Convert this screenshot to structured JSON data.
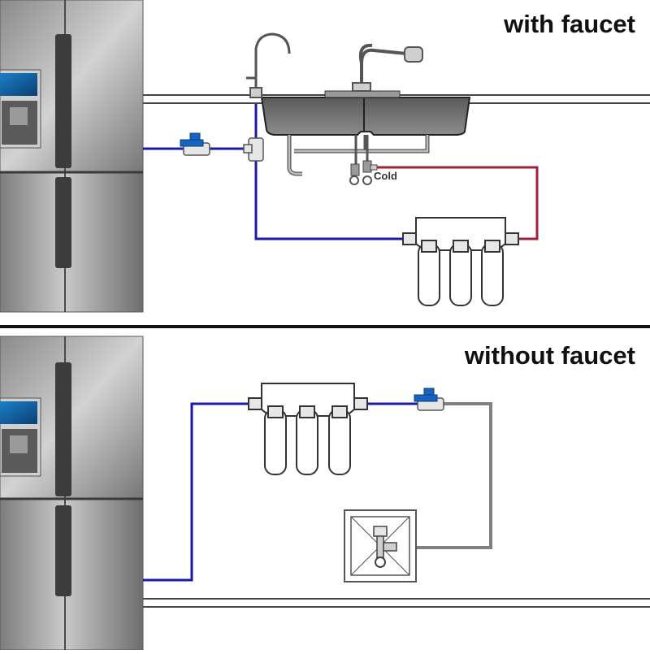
{
  "panels": {
    "top": {
      "title": "with faucet"
    },
    "bottom": {
      "title": "without faucet"
    }
  },
  "labels": {
    "cold": "Cold"
  },
  "colors": {
    "water_line": "#1a1aa8",
    "hot_feed_line": "#a0203c",
    "supply_line": "#808080",
    "outline": "#444444",
    "divider": "#111111",
    "fridge_steel": "#9a9a9a",
    "valve_handle": "#1565c0"
  }
}
